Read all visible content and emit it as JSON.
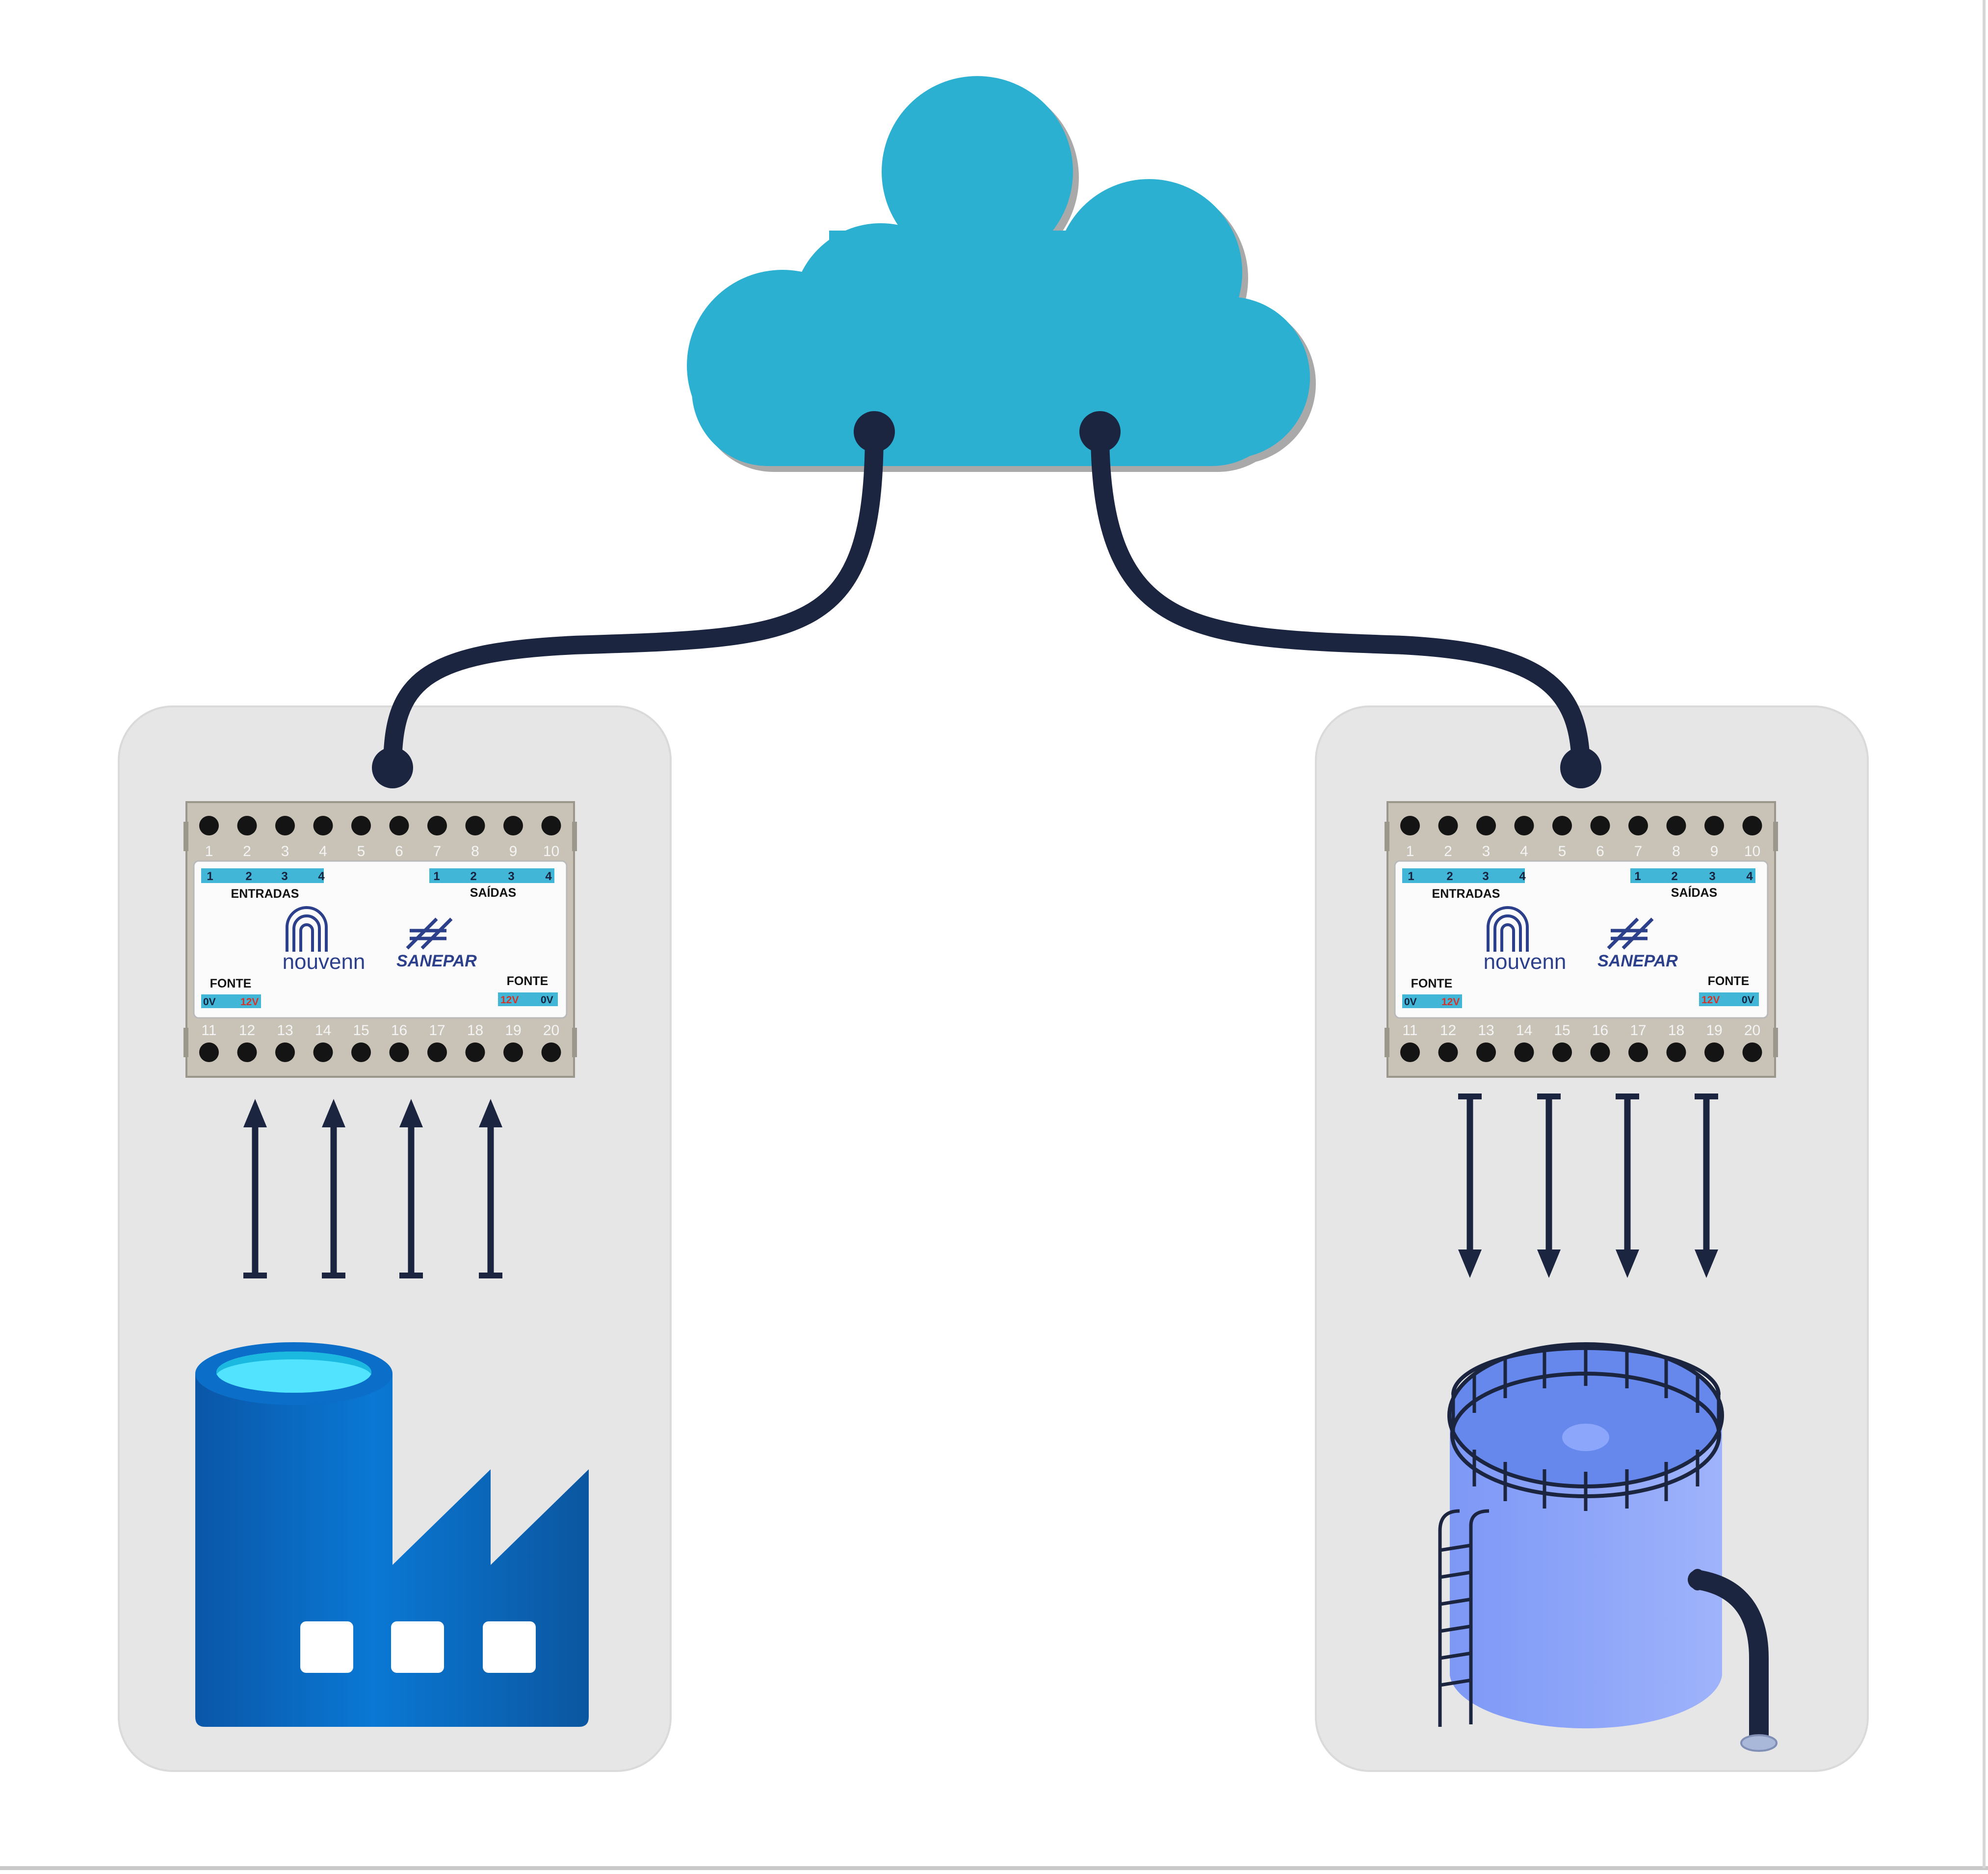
{
  "cloud": {
    "icon": "cloud-icon",
    "color": "#2cb0d2"
  },
  "cable_color": "#1c2540",
  "arrow_color": "#1c2540",
  "panel_color": "#e6e6e6",
  "modules": {
    "left": {
      "top_pins": [
        "1",
        "2",
        "3",
        "4",
        "5",
        "6",
        "7",
        "8",
        "9",
        "10"
      ],
      "bottom_pins": [
        "11",
        "12",
        "13",
        "14",
        "15",
        "16",
        "17",
        "18",
        "19",
        "20"
      ],
      "entradas_strip": [
        "1",
        "2",
        "3",
        "4"
      ],
      "saidas_strip": [
        "1",
        "2",
        "3",
        "4"
      ],
      "entradas_label": "ENTRADAS",
      "saidas_label": "SAÍDAS",
      "fonte_left": "FONTE",
      "fonte_right": "FONTE",
      "power_left": [
        "0V",
        "12V"
      ],
      "power_right": [
        "12V",
        "0V"
      ],
      "brand_1": "nouvenn",
      "brand_2": "SANEPAR"
    },
    "right": {
      "top_pins": [
        "1",
        "2",
        "3",
        "4",
        "5",
        "6",
        "7",
        "8",
        "9",
        "10"
      ],
      "bottom_pins": [
        "11",
        "12",
        "13",
        "14",
        "15",
        "16",
        "17",
        "18",
        "19",
        "20"
      ],
      "entradas_strip": [
        "1",
        "2",
        "3",
        "4"
      ],
      "saidas_strip": [
        "1",
        "2",
        "3",
        "4"
      ],
      "entradas_label": "ENTRADAS",
      "saidas_label": "SAÍDAS",
      "fonte_left": "FONTE",
      "fonte_right": "FONTE",
      "power_left": [
        "0V",
        "12V"
      ],
      "power_right": [
        "12V",
        "0V"
      ],
      "brand_1": "nouvenn",
      "brand_2": "SANEPAR"
    }
  },
  "left_node": {
    "icon": "factory-icon",
    "signal_direction": "up",
    "signal_count": 4
  },
  "right_node": {
    "icon": "water-tank-icon",
    "signal_direction": "down",
    "signal_count": 4
  }
}
